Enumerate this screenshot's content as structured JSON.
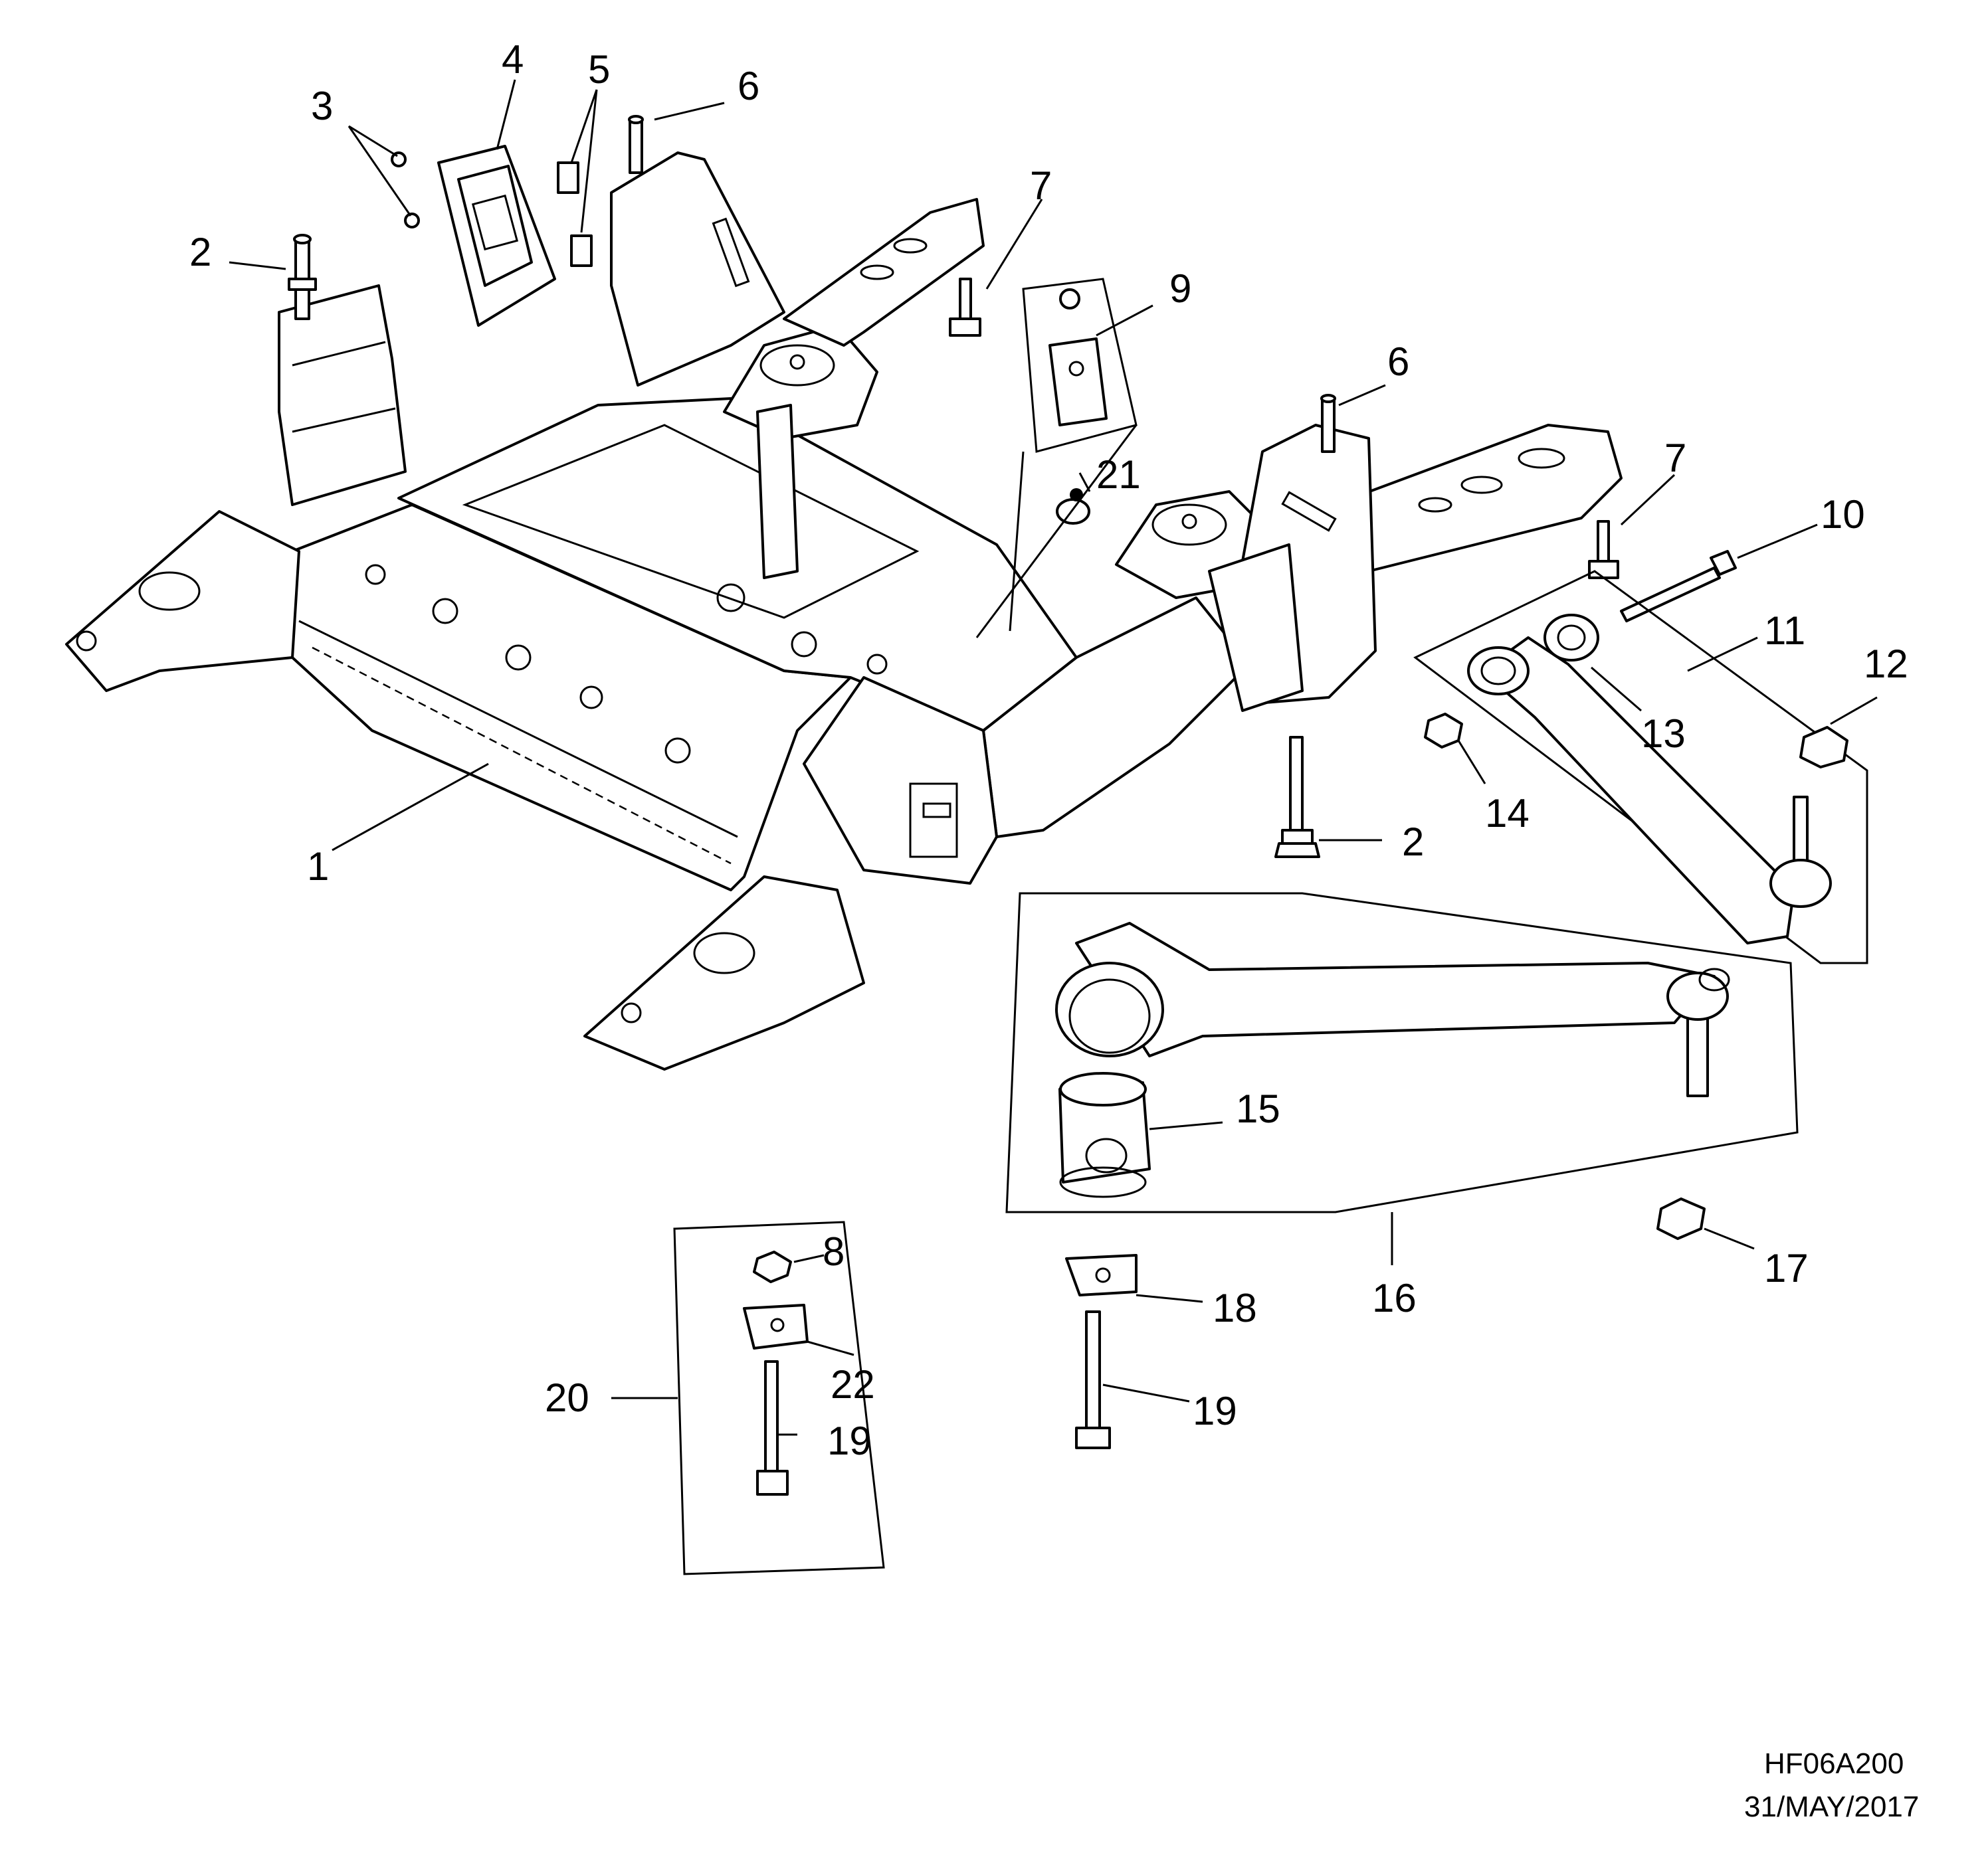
{
  "callouts": {
    "c1": "1",
    "c2a": "2",
    "c2b": "2",
    "c3": "3",
    "c4": "4",
    "c5": "5",
    "c6a": "6",
    "c6b": "6",
    "c7a": "7",
    "c7b": "7",
    "c8": "8",
    "c9": "9",
    "c10": "10",
    "c11": "11",
    "c12": "12",
    "c13": "13",
    "c14": "14",
    "c15": "15",
    "c16": "16",
    "c17": "17",
    "c18": "18",
    "c19a": "19",
    "c19b": "19",
    "c20": "20",
    "c21": "21",
    "c22": "22"
  },
  "drawing_code": "HF06A200",
  "drawing_date": "31/MAY/2017"
}
